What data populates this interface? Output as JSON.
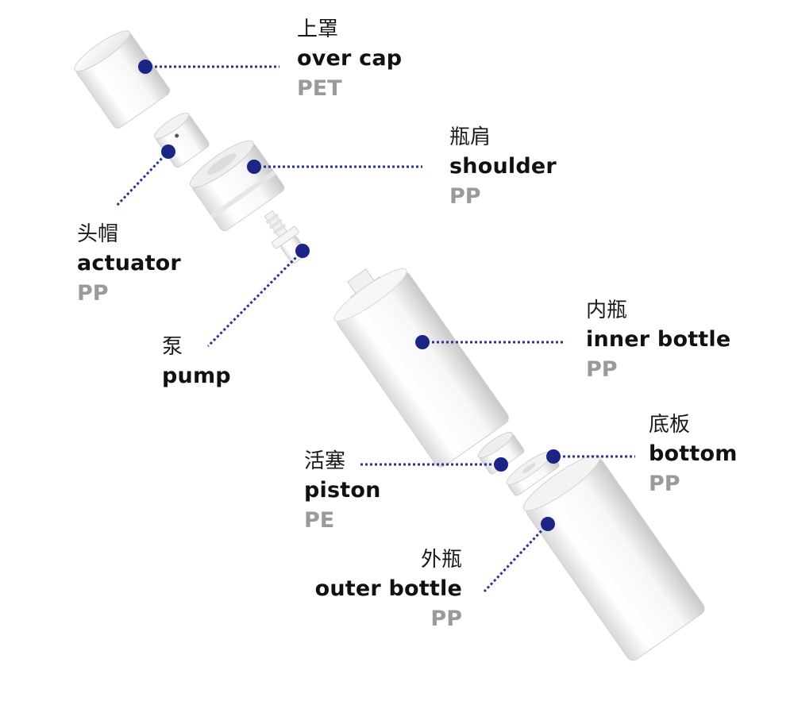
{
  "components": [
    {
      "id": "over-cap",
      "zh": "上罩",
      "en": "over cap",
      "material": "PET"
    },
    {
      "id": "shoulder",
      "zh": "瓶肩",
      "en": "shoulder",
      "material": "PP"
    },
    {
      "id": "actuator",
      "zh": "头帽",
      "en": "actuator",
      "material": "PP"
    },
    {
      "id": "pump",
      "zh": "泵",
      "en": "pump",
      "material": ""
    },
    {
      "id": "inner-bottle",
      "zh": "内瓶",
      "en": "inner bottle",
      "material": "PP"
    },
    {
      "id": "bottom",
      "zh": "底板",
      "en": "bottom",
      "material": "PP"
    },
    {
      "id": "piston",
      "zh": "活塞",
      "en": "piston",
      "material": "PE"
    },
    {
      "id": "outer-bottle",
      "zh": "外瓶",
      "en": "outer bottle",
      "material": "PP"
    }
  ],
  "colors": {
    "marker": "#1c2585",
    "leader": "#2a3390",
    "part_fill": "#ffffff",
    "part_shadow": "#d8d8d8",
    "material_text": "#9a9a9a"
  }
}
